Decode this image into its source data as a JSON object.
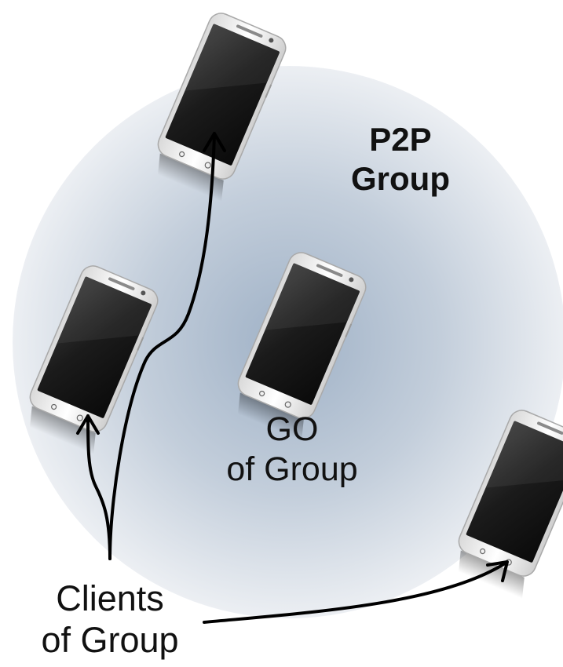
{
  "colors": {
    "group_circle_center": "#9fb1c6",
    "group_circle_edge": "#eceff3",
    "arrow": "#000000",
    "phone_body": "#f1f1f1",
    "phone_screen": "#1a1a1a"
  },
  "group_label": {
    "line1": "P2P",
    "line2": "Group"
  },
  "go_label": {
    "line1": "GO",
    "line2": "of Group"
  },
  "clients_label": {
    "line1": "Clients",
    "line2": "of Group"
  },
  "devices": [
    {
      "role": "client",
      "icon": "smartphone-icon"
    },
    {
      "role": "client",
      "icon": "smartphone-icon"
    },
    {
      "role": "group-owner",
      "icon": "smartphone-icon"
    },
    {
      "role": "client",
      "icon": "smartphone-icon"
    }
  ]
}
